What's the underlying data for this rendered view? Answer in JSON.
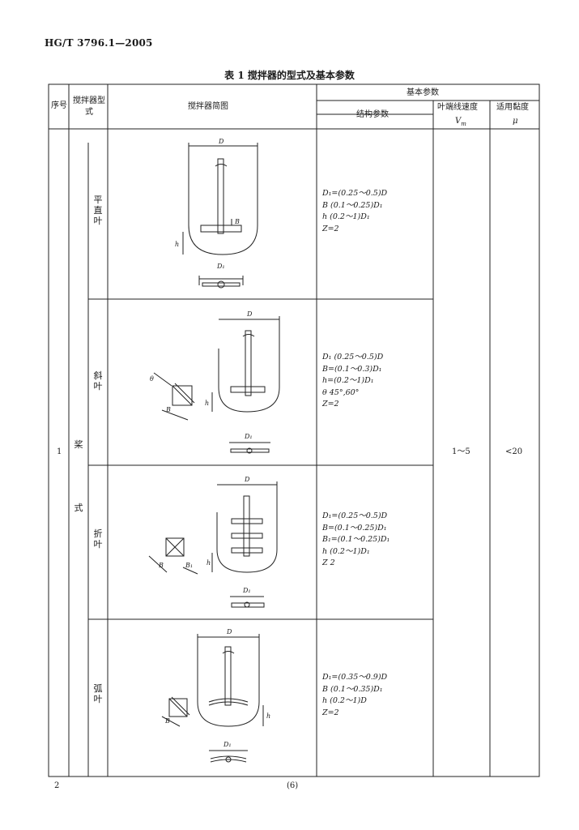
{
  "header": {
    "standard_no": "HG/T 3796.1—2005"
  },
  "table": {
    "caption": "表 1   搅拌器的型式及基本参数",
    "headers": {
      "seq": "序号",
      "type": "搅拌器型式",
      "diagram": "搅拌器简图",
      "basic_params": "基本参数",
      "structure_params": "结构参数",
      "tip_speed": "叶端线速度",
      "tip_speed_symbol": "V",
      "tip_speed_sub": "m",
      "viscosity": "适用黏度",
      "viscosity_symbol": "μ"
    },
    "group": {
      "seq": "1",
      "type": "桨式",
      "tip_speed_range": "1～5",
      "viscosity_range": "<20"
    },
    "rows": [
      {
        "subtype": "平直叶",
        "params": [
          "D₁=(0.25～0.5)D",
          "B  (0.1～0.25)D₁",
          "h  (0.2～1)D₁",
          "Z=2"
        ]
      },
      {
        "subtype": "斜叶",
        "params": [
          "D₁  (0.25～0.5)D",
          "B=(0.1～0.3)D₁",
          "h=(0.2～1)D₁",
          "θ  45°,60°",
          "Z=2"
        ]
      },
      {
        "subtype": "折叶",
        "params": [
          "D₁=(0.25～0.5)D",
          "B=(0.1～0.25)D₁",
          "B₁=(0.1～0.25)D₁",
          "h  (0.2～1)D₁",
          "Z  2"
        ]
      },
      {
        "subtype": "弧叶",
        "params": [
          "D₁=(0.35～0.9)D",
          "B  (0.1～0.35)D₁",
          "h  (0.2～1)D",
          "Z=2"
        ]
      }
    ]
  },
  "footer": {
    "page_no": "2",
    "mark": "(6)"
  }
}
